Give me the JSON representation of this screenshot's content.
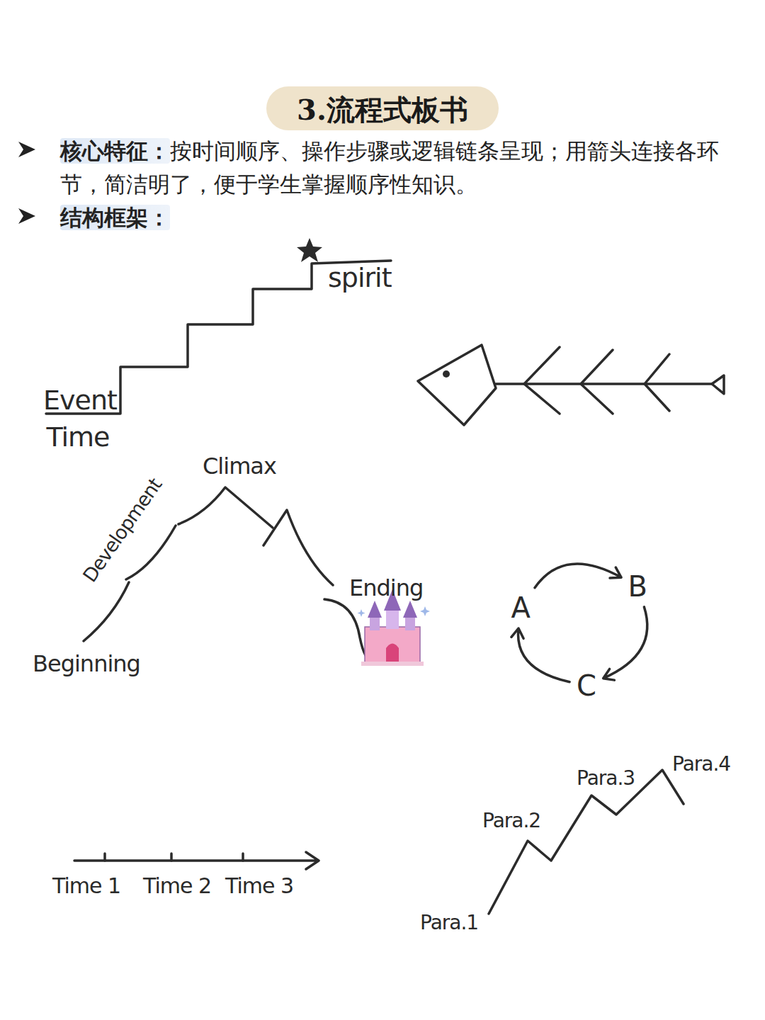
{
  "diagram": {
    "title": "3.流程式板书",
    "nodes": [
      {
        "text": [
          "A"
        ]
      },
      {
        "text": [
          "B"
        ]
      },
      {
        "text": [
          "C"
        ]
      }
    ],
    "edges": [
      {
        "from": 0,
        "to": 1,
        "arrow": "to"
      },
      {
        "from": 1,
        "to": 2,
        "arrow": "to"
      },
      {
        "from": 2,
        "to": 0,
        "arrow": "to"
      }
    ],
    "labels": [
      "核心特征：",
      "按时间顺序、操作步骤或逻辑链条呈现；用箭头连接各环节，简洁明了，便于学生掌握顺序性知识。",
      "结构框架：",
      "Event",
      "Time",
      "spirit",
      "Beginning",
      "Development",
      "Climax",
      "Ending",
      "Time 1",
      "Time 2",
      "Time 3",
      "Para.1",
      "Para.2",
      "Para.3",
      "Para.4"
    ]
  }
}
